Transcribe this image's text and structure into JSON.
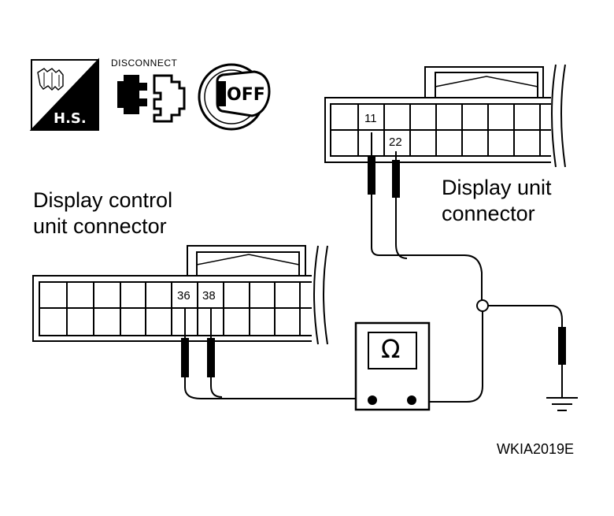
{
  "icons": {
    "hs": {
      "text": "H.S.",
      "icon": "ignition-key-icon"
    },
    "disconnect": {
      "text": "DISCONNECT",
      "icon": "connector-disconnect-icon"
    },
    "off": {
      "text": "OFF",
      "icon": "ignition-switch-off-icon"
    }
  },
  "display_unit_connector": {
    "label_line1": "Display unit",
    "label_line2": "connector",
    "pins": [
      "11",
      "22"
    ]
  },
  "display_control_unit_connector": {
    "label_line1": "Display control",
    "label_line2": "unit connector",
    "pins": [
      "36",
      "38"
    ]
  },
  "ohmmeter": {
    "symbol": "Ω",
    "icon": "ohmmeter-icon"
  },
  "ground": {
    "icon": "ground-symbol-icon"
  },
  "reference_code": "WKIA2019E",
  "colors": {
    "line": "#000000",
    "background": "#ffffff"
  }
}
